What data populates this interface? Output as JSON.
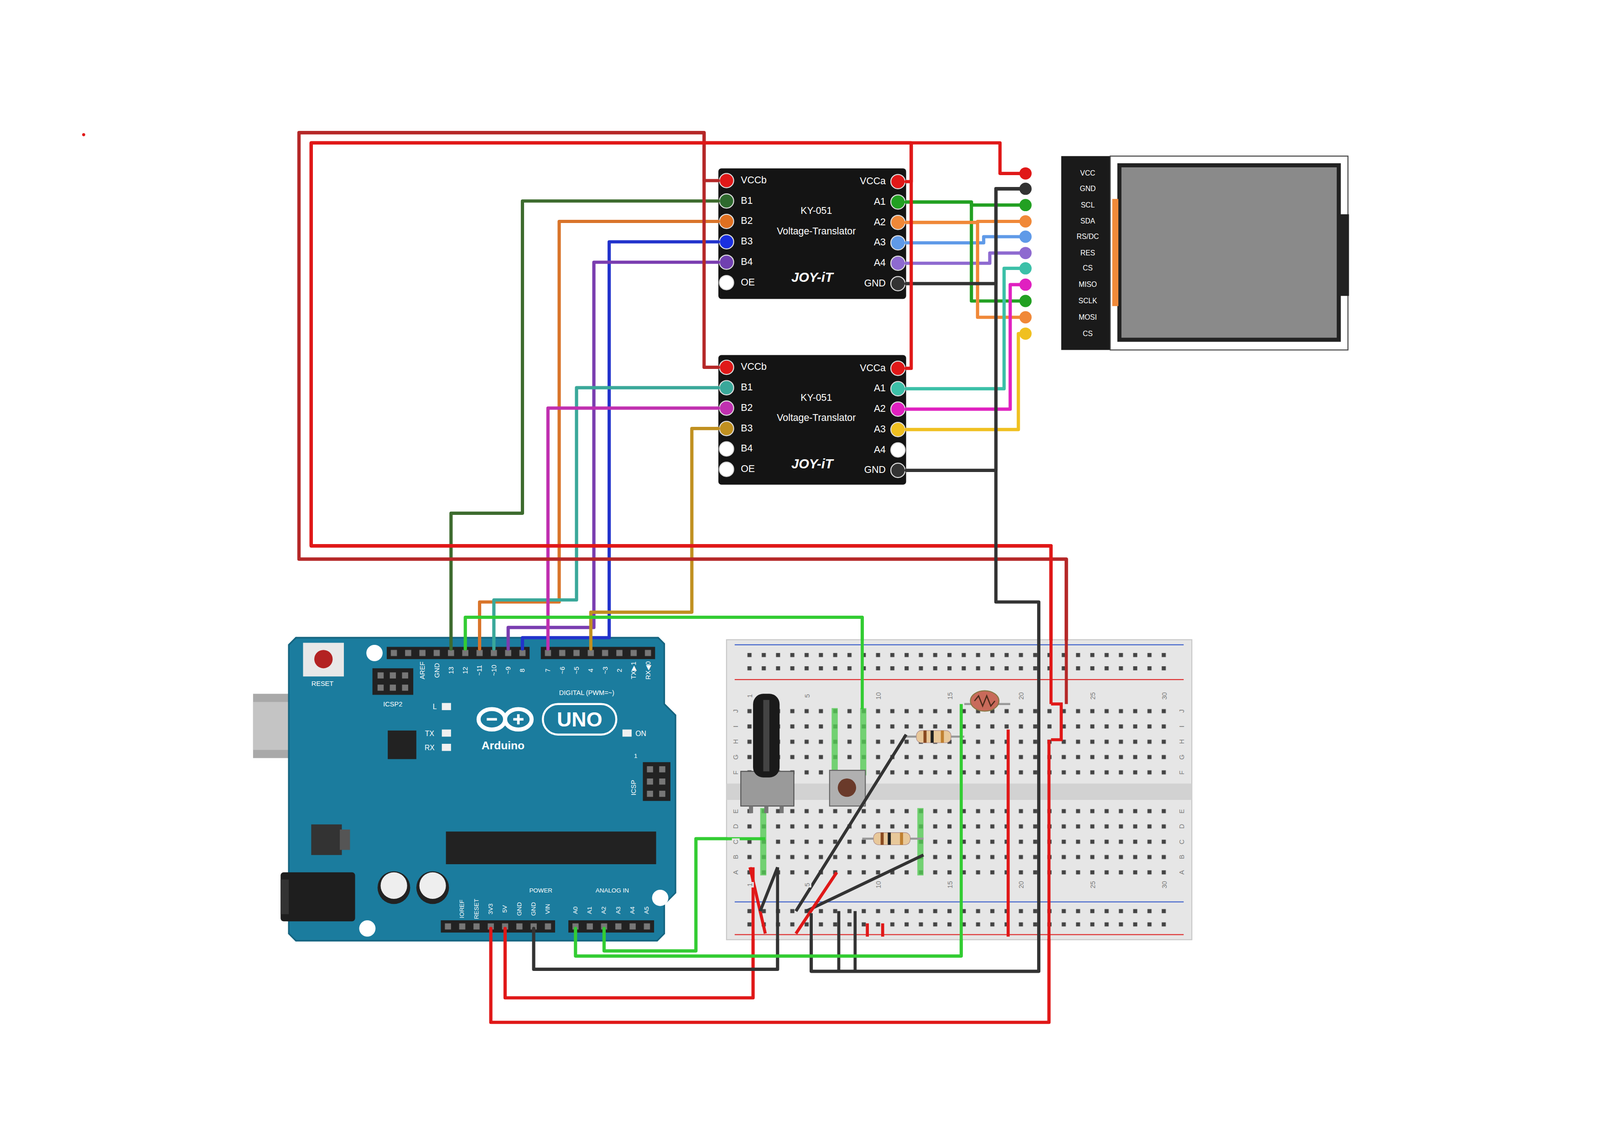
{
  "diagram": {
    "nodes": [
      {
        "text": [
          "VCCb",
          "B1",
          "B2",
          "B3",
          "B4",
          "OE",
          "VCCa",
          "A1",
          "A2",
          "A3",
          "A4",
          "GND",
          "KY-051",
          "Voltage-Translator",
          "JOY-iT"
        ]
      },
      {
        "text": [
          "VCC",
          "GND",
          "SCL",
          "SDA",
          "RS/DC",
          "RES",
          "CS",
          "MISO",
          "SCLK",
          "MOSI",
          "CS"
        ]
      },
      {
        "text": [
          "VCCb",
          "B1",
          "B2",
          "B3",
          "B4",
          "OE",
          "VCCa",
          "A1",
          "A2",
          "A3",
          "A4",
          "GND",
          "KY-051",
          "Voltage-Translator",
          "JOY-iT"
        ]
      },
      {
        "text": [
          "RESET",
          "ICSP2",
          "AREF",
          "GND",
          "13",
          "12",
          "~11",
          "~10",
          "~9",
          "8",
          "7",
          "~6",
          "~5",
          "4",
          "~3",
          "2",
          "TX▶1",
          "RX◀0",
          "DIGITAL (PWM=~)",
          "L",
          "UNO",
          "TX",
          "RX",
          "Arduino",
          "ON",
          "1",
          "ICSP",
          "IOREF",
          "RESET",
          "3V3",
          "5V",
          "GND",
          "GND",
          "VIN",
          "POWER",
          "ANALOG IN",
          "A0",
          "A1",
          "A2",
          "A3",
          "A4",
          "A5"
        ]
      },
      {
        "text": [
          "1",
          "5",
          "10",
          "15",
          "20",
          "25",
          "30",
          "J",
          "I",
          "H",
          "G",
          "F",
          "E",
          "D",
          "C",
          "B",
          "A",
          "J",
          "I",
          "H",
          "G",
          "F",
          "E",
          "D",
          "C",
          "B",
          "A",
          "1",
          "5",
          "10",
          "15",
          "20",
          "25",
          "30"
        ]
      }
    ],
    "edges": [
      {
        "from": 3,
        "to": 0,
        "arrow": "none"
      },
      {
        "from": 3,
        "to": 0,
        "arrow": "none"
      },
      {
        "from": 3,
        "to": 0,
        "arrow": "none"
      },
      {
        "from": 3,
        "to": 0,
        "arrow": "none"
      },
      {
        "from": 3,
        "to": 2,
        "arrow": "none"
      },
      {
        "from": 3,
        "to": 2,
        "arrow": "none"
      },
      {
        "from": 3,
        "to": 2,
        "arrow": "none"
      },
      {
        "from": 0,
        "to": 1,
        "arrow": "none"
      },
      {
        "from": 0,
        "to": 1,
        "arrow": "none"
      },
      {
        "from": 0,
        "to": 1,
        "arrow": "none"
      },
      {
        "from": 0,
        "to": 1,
        "arrow": "none"
      },
      {
        "from": 0,
        "to": 1,
        "arrow": "none"
      },
      {
        "from": 0,
        "to": 1,
        "arrow": "none"
      },
      {
        "from": 0,
        "to": 1,
        "arrow": "none"
      },
      {
        "from": 2,
        "to": 1,
        "arrow": "none"
      },
      {
        "from": 2,
        "to": 1,
        "arrow": "none"
      },
      {
        "from": 2,
        "to": 1,
        "arrow": "none"
      },
      {
        "from": 2,
        "to": 1,
        "arrow": "none"
      },
      {
        "from": 4,
        "to": 0,
        "arrow": "none"
      },
      {
        "from": 4,
        "to": 2,
        "arrow": "none"
      },
      {
        "from": 4,
        "to": 0,
        "arrow": "none"
      },
      {
        "from": 4,
        "to": 2,
        "arrow": "none"
      },
      {
        "from": 4,
        "to": 1,
        "arrow": "none"
      },
      {
        "from": 1,
        "to": 4,
        "arrow": "none"
      },
      {
        "from": 3,
        "to": 4,
        "arrow": "none"
      },
      {
        "from": 3,
        "to": 4,
        "arrow": "none"
      },
      {
        "from": 3,
        "to": 4,
        "arrow": "none"
      },
      {
        "from": 3,
        "to": 4,
        "arrow": "none"
      },
      {
        "from": 3,
        "to": 4,
        "arrow": "none"
      },
      {
        "from": 3,
        "to": 4,
        "arrow": "none"
      }
    ]
  }
}
